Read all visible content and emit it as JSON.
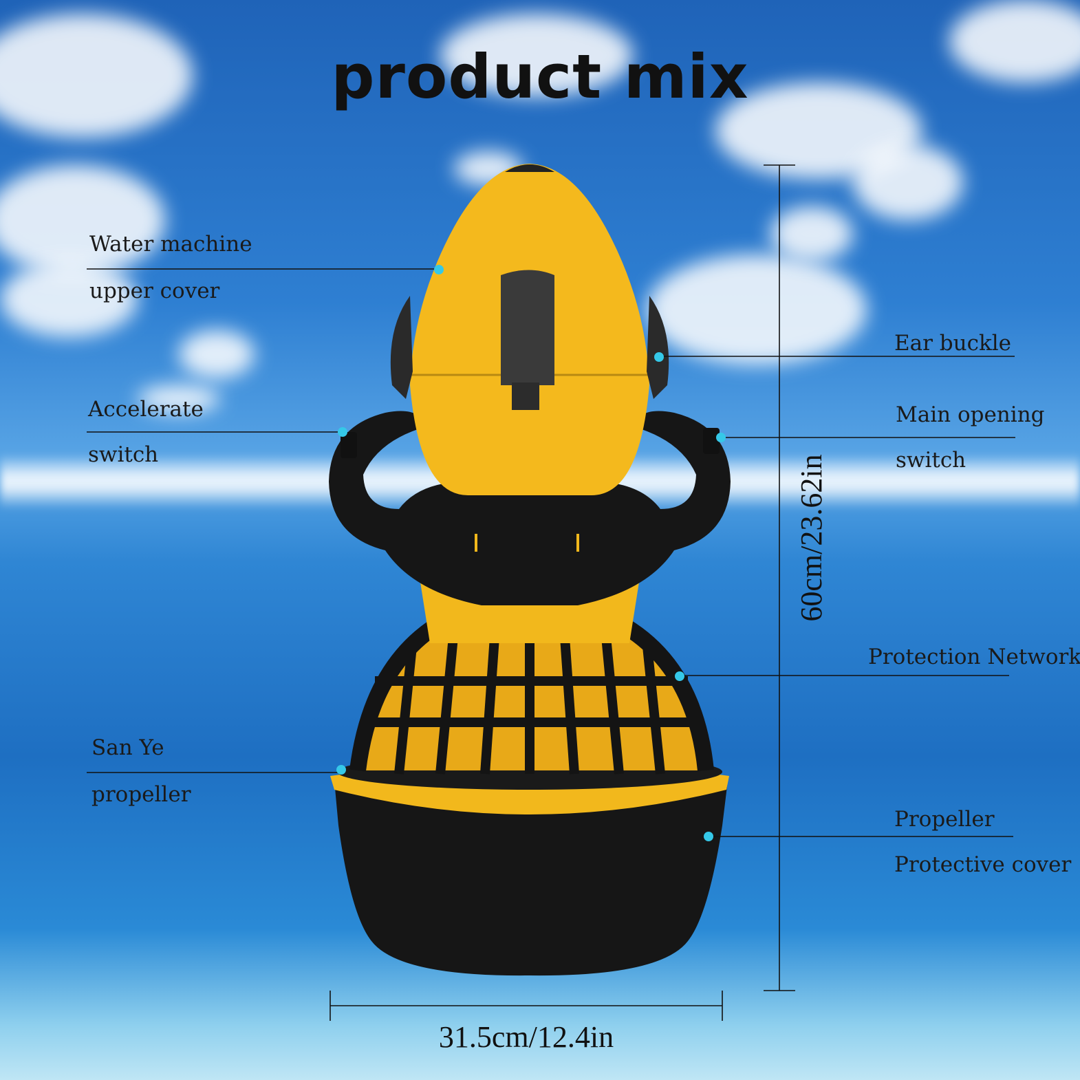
{
  "title": "product mix",
  "labels": {
    "upper_cover_line1": "Water machine",
    "upper_cover_line2": "upper cover",
    "accelerate_line1": "Accelerate",
    "accelerate_line2": "switch",
    "propeller_line1": "San Ye",
    "propeller_line2": "propeller",
    "ear_buckle": "Ear buckle",
    "main_switch_line1": "Main opening",
    "main_switch_line2": "switch",
    "protection_network": "Protection Network",
    "protective_cover_line1": "Propeller",
    "protective_cover_line2": "Protective cover"
  },
  "dimensions": {
    "height": "60cm/23.62in",
    "width": "31.5cm/12.4in"
  },
  "colors": {
    "body_yellow": "#f2b81c",
    "body_black": "#161616",
    "marker_dot": "#35c8e8"
  }
}
